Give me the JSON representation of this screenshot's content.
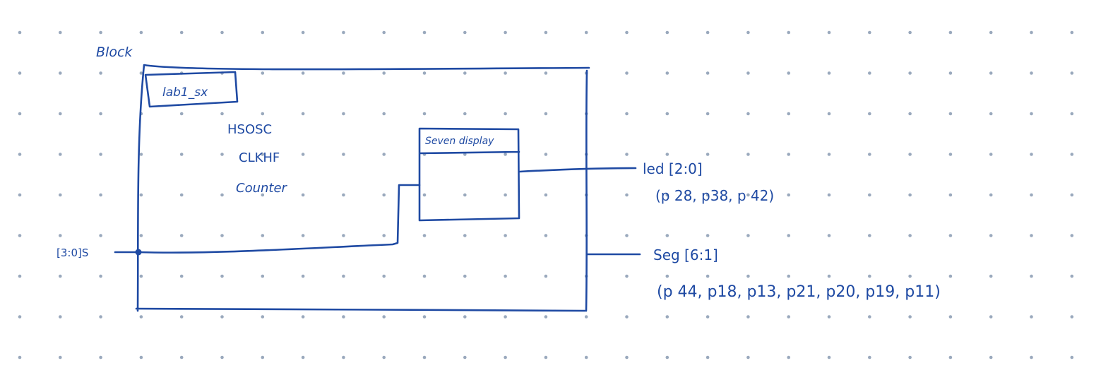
{
  "title": "Block",
  "module_name": "lab1_sx",
  "internal_labels": [
    "HSOSC",
    "CLKHF",
    "Counter"
  ],
  "submodule_name": "Seven display",
  "input_label": "[3:0]S",
  "outputs": [
    {
      "name": "led [2:0]",
      "pins": "(p 28, p38, p 42)"
    },
    {
      "name": "Seg [6:1]",
      "pins": "(p 44, p18, p13, p21, p20, p19, p11)"
    }
  ],
  "colors": {
    "ink": "#1f4aa3",
    "grid_dot": "#9aa9bd",
    "background": "#ffffff"
  }
}
